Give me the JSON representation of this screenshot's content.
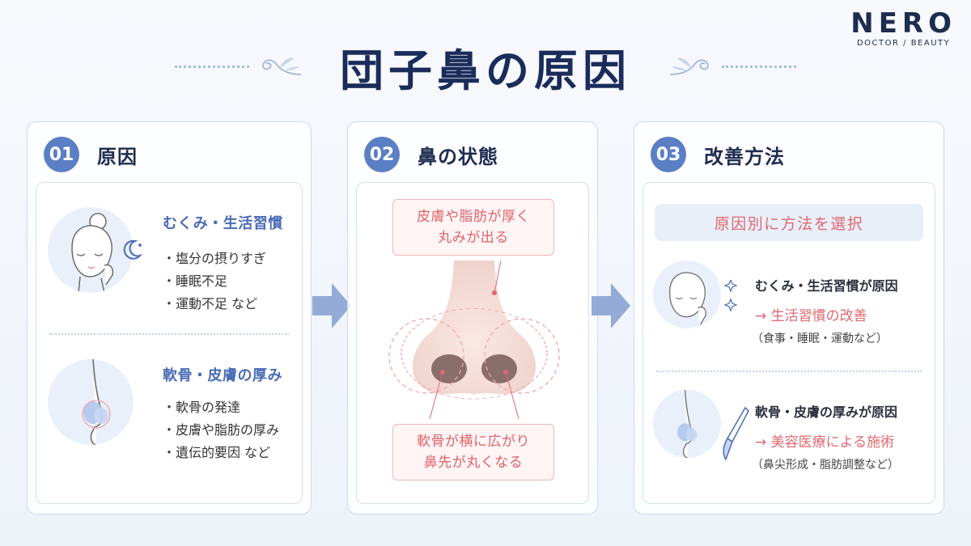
{
  "logo": {
    "word": "NERO",
    "sub": "DOCTOR / BEAUTY"
  },
  "title": "団子鼻の原因",
  "panels": [
    {
      "num": "01",
      "label": "原因",
      "causes": [
        {
          "title": "むくみ・生活習慣",
          "items": [
            "塩分の摂りすぎ",
            "睡眠不足",
            "運動不足 など"
          ]
        },
        {
          "title": "軟骨・皮膚の厚み",
          "items": [
            "軟骨の発達",
            "皮膚や脂肪の厚み",
            "遺伝的要因 など"
          ]
        }
      ]
    },
    {
      "num": "02",
      "label": "鼻の状態",
      "callout_top": [
        "皮膚や脂肪が厚く",
        "丸みが出る"
      ],
      "callout_bottom": [
        "軟骨が横に広がり",
        "鼻先が丸くなる"
      ]
    },
    {
      "num": "03",
      "label": "改善方法",
      "select_label": "原因別に方法を選択",
      "methods": [
        {
          "title": "むくみ・生活習慣が原因",
          "arrow": "→ 生活習慣の改善",
          "note": "（食事・睡眠・運動など）"
        },
        {
          "title": "軟骨・皮膚の厚みが原因",
          "arrow": "→ 美容医療による施術",
          "note": "（鼻尖形成・脂肪調整など）"
        }
      ]
    }
  ],
  "colors": {
    "accent": "#5b7fc4",
    "title": "#1a2c5a",
    "pink": "#e06870",
    "arrow": "#93abd6"
  },
  "icons": [
    "moon-icon",
    "sparkle-icon",
    "scalpel-icon",
    "flourish-icon"
  ]
}
